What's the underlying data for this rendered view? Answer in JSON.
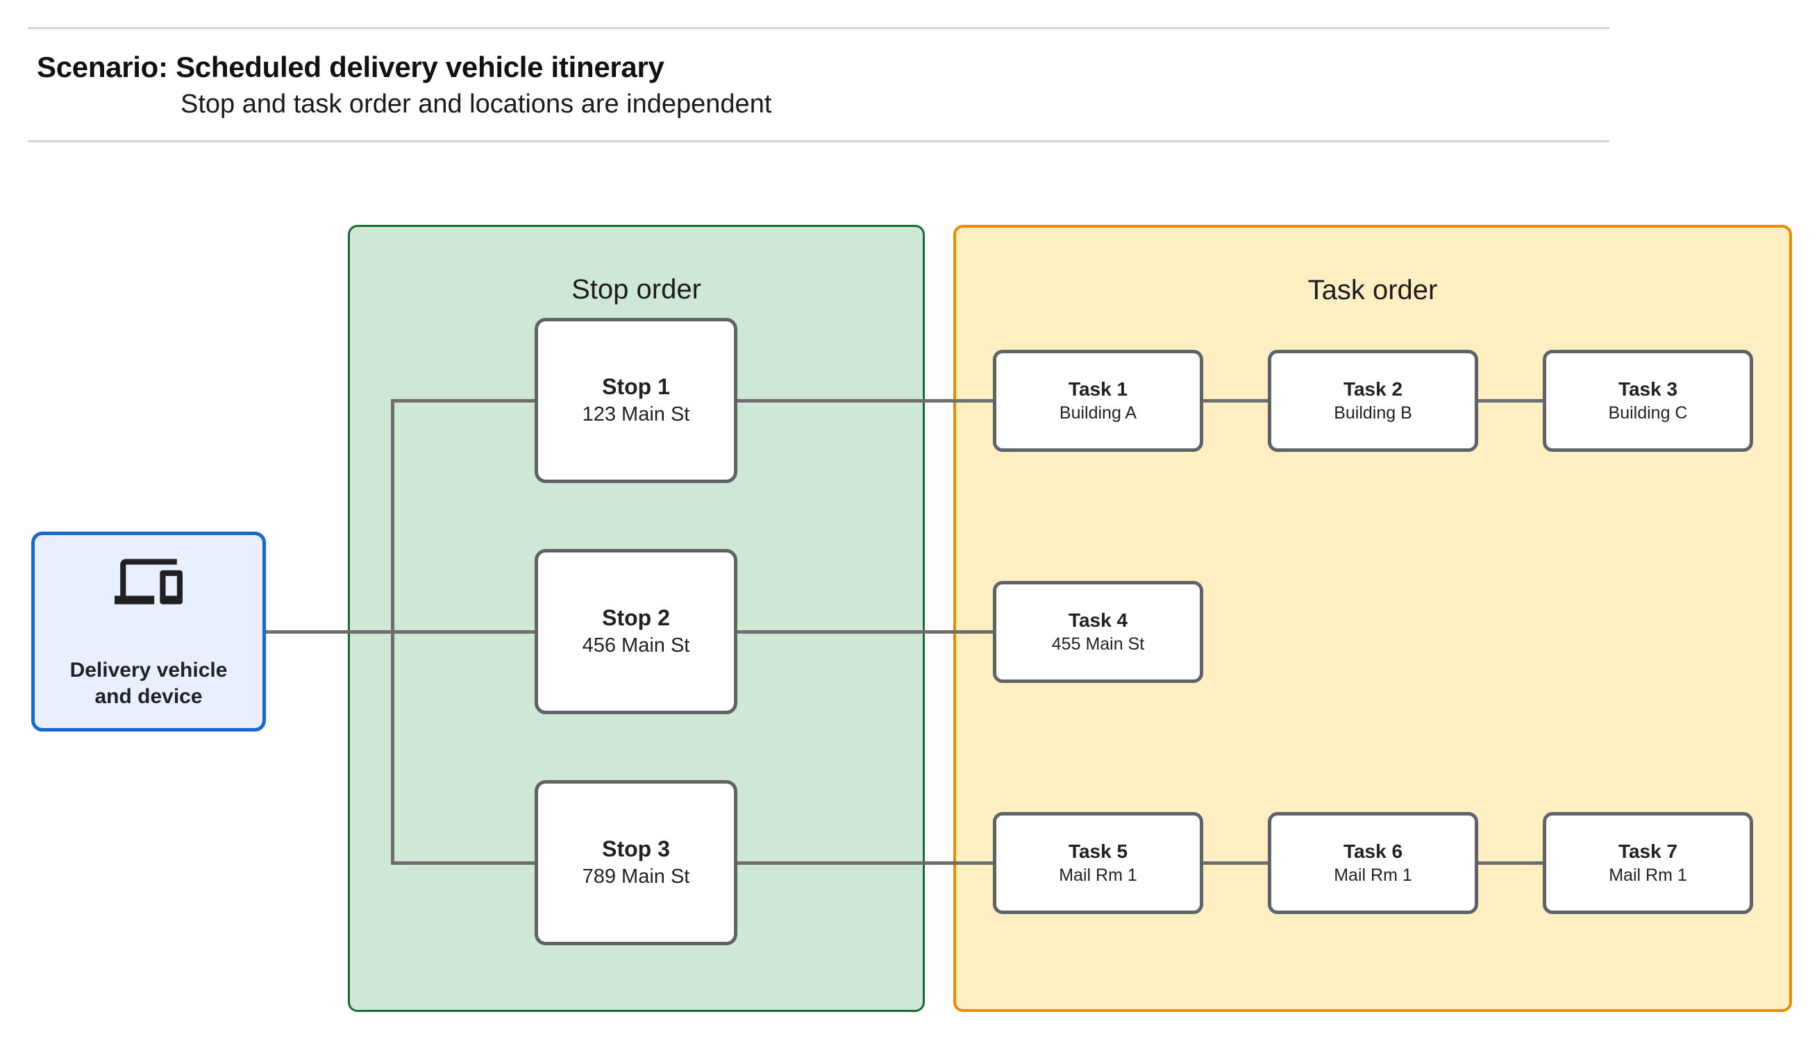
{
  "header": {
    "title": "Scenario: Scheduled delivery vehicle itinerary",
    "subtitle": "Stop and task order and locations are independent"
  },
  "delivery_node": {
    "icon": "devices-icon",
    "label_line1": "Delivery vehicle",
    "label_line2": "and device"
  },
  "stop_panel": {
    "label": "Stop order"
  },
  "task_panel": {
    "label": "Task order"
  },
  "stops": [
    {
      "title": "Stop 1",
      "location": "123 Main St"
    },
    {
      "title": "Stop 2",
      "location": "456 Main St"
    },
    {
      "title": "Stop 3",
      "location": "789 Main St"
    }
  ],
  "tasks": [
    {
      "title": "Task 1",
      "location": "Building A"
    },
    {
      "title": "Task 2",
      "location": "Building B"
    },
    {
      "title": "Task 3",
      "location": "Building C"
    },
    {
      "title": "Task 4",
      "location": "455 Main St"
    },
    {
      "title": "Task 5",
      "location": "Mail Rm 1"
    },
    {
      "title": "Task 6",
      "location": "Mail Rm 1"
    },
    {
      "title": "Task 7",
      "location": "Mail Rm 1"
    }
  ],
  "colors": {
    "delivery_fill": "#e8f0fe",
    "delivery_border": "#1967d2",
    "stop_panel_fill": "#cfe8d5",
    "stop_panel_border": "#176a3a",
    "task_panel_fill": "#feefc3",
    "task_panel_border": "#ef8a00",
    "node_border": "#5f6368",
    "connector": "#6e6e6e",
    "rule": "#d5d5d5",
    "text": "#202124"
  }
}
